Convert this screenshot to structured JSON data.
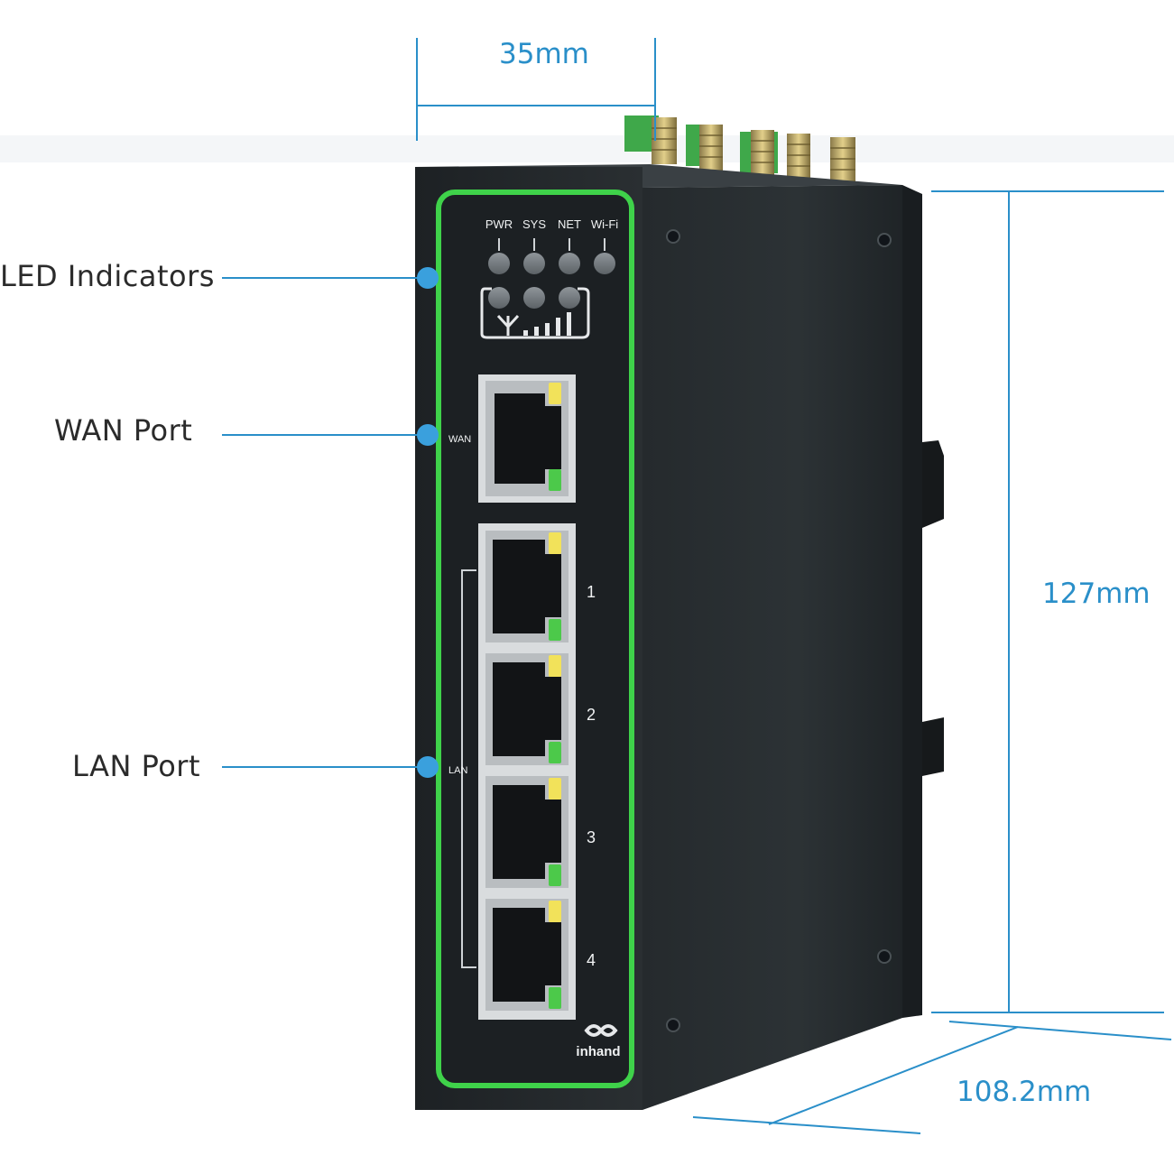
{
  "dimensions": {
    "width": "35mm",
    "height": "127mm",
    "depth": "108.2mm"
  },
  "callouts": {
    "led": "LED Indicators",
    "wan": "WAN Port",
    "lan": "LAN Port"
  },
  "panel": {
    "led_labels": [
      "PWR",
      "SYS",
      "NET",
      "Wi-Fi"
    ],
    "wan_label": "WAN",
    "lan_label": "LAN",
    "port_numbers": [
      "1",
      "2",
      "3",
      "4"
    ],
    "brand": "inhand"
  },
  "colors": {
    "accent": "#2a8fc9",
    "callout_dot": "#3aa0dd",
    "panel_border": "#3fd24a",
    "device_body": "#2b3033",
    "device_side": "#23282b"
  }
}
